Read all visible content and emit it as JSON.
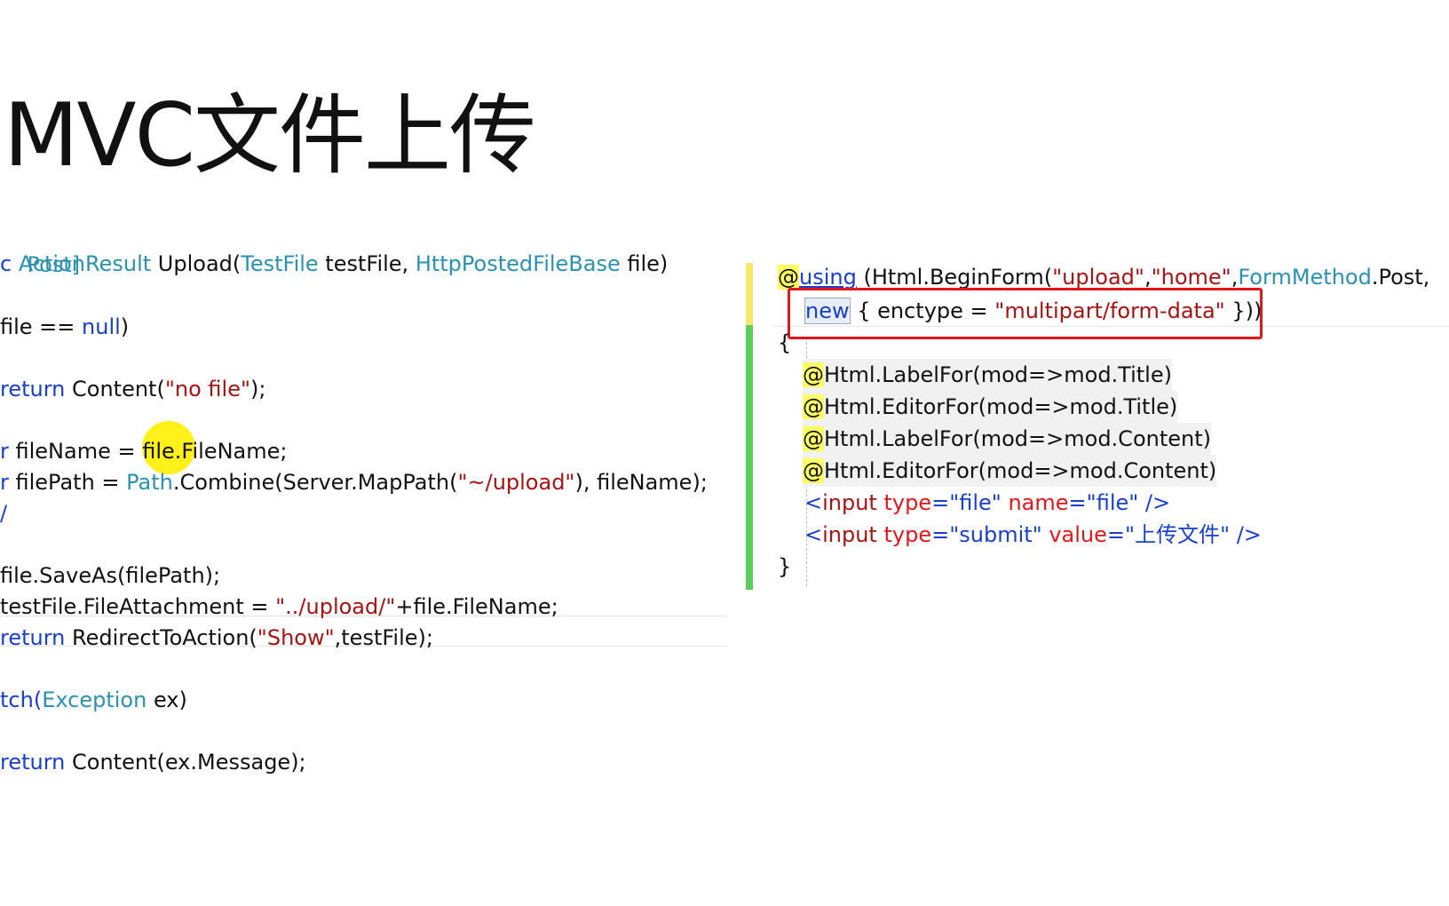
{
  "title": "MVC文件上传",
  "left_code": {
    "l1": "Post]",
    "l2a": "c ",
    "l2b": "ActionResult",
    "l2c": " Upload(",
    "l2d": "TestFile",
    "l2e": " testFile, ",
    "l2f": "HttpPostedFileBase",
    "l2g": " file)",
    "l3a": "file == ",
    "l3b": "null",
    "l3c": ")",
    "l4a": "return",
    "l4b": " Content(",
    "l4c": "\"no file\"",
    "l4d": ");",
    "l5a": "r",
    "l5b": " fileName = file.FileName;",
    "l6a": "r",
    "l6b": " filePath = ",
    "l6c": "Path",
    "l6d": ".Combine(Server.MapPath(",
    "l6e": "\"~/upload\"",
    "l6f": "), fileName);",
    "l7": "/",
    "l8": "file.SaveAs(filePath);",
    "l9a": "testFile.FileAttachment = ",
    "l9b": "\"../upload/\"",
    "l9c": "+file.FileName;",
    "l10a": "return",
    "l10b": " RedirectToAction(",
    "l10c": "\"Show\"",
    "l10d": ",testFile);",
    "l11a": "tch(",
    "l11b": "Exception",
    "l11c": " ex)",
    "l12a": "return",
    "l12b": " Content(ex.Message);"
  },
  "right_code": {
    "r1a": "@",
    "r1b": "using",
    "r1c": " (Html.BeginForm(",
    "r1d": "\"upload\"",
    "r1e": ",",
    "r1f": "\"home\"",
    "r1g": ",",
    "r1h": "FormMethod",
    "r1i": ".Post,",
    "r2a": "new",
    "r2b": " { enctype = ",
    "r2c": "\"multipart/form-data\"",
    "r2d": " }))",
    "r3": "{",
    "r4a": "@",
    "r4b": "Html.LabelFor(mod=>mod.Title)",
    "r5a": "@",
    "r5b": "Html.EditorFor(mod=>mod.Title)",
    "r6a": "@",
    "r6b": "Html.LabelFor(mod=>mod.Content)",
    "r7a": "@",
    "r7b": "Html.EditorFor(mod=>mod.Content)",
    "r8a": "<",
    "r8b": "input",
    "r8c": " type",
    "r8d": "=",
    "r8e": "\"file\"",
    "r8f": " name",
    "r8g": "=",
    "r8h": "\"file\"",
    "r8i": " />",
    "r9a": "<",
    "r9b": "input",
    "r9c": " type",
    "r9d": "=",
    "r9e": "\"submit\"",
    "r9f": " value",
    "r9g": "=",
    "r9h": "\"上传文件\"",
    "r9i": " />",
    "r10": "}"
  },
  "colors": {
    "keyword": "#1a3fc9",
    "type": "#2b91af",
    "string": "#a31515",
    "highlight_box": "#e0181e",
    "razor_marker": "#ffff66",
    "gutter_yellow": "#f5e86a",
    "gutter_green": "#5ccc5c"
  }
}
